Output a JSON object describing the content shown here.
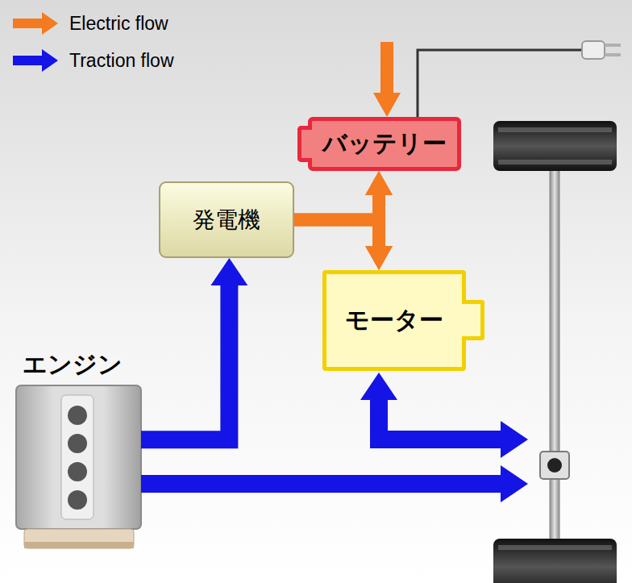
{
  "diagram": {
    "nodes": [
      {
        "text": [
          "バッテリー"
        ]
      },
      {
        "text": [
          "発電機"
        ]
      },
      {
        "text": [
          "モーター"
        ]
      },
      {
        "text": [
          "エンジン"
        ]
      }
    ],
    "edges": [
      {
        "from": 3,
        "to": 1,
        "arrow": "to"
      },
      {
        "from": 1,
        "to": 0,
        "arrow": "to"
      },
      {
        "from": 1,
        "to": 2,
        "arrow": "to"
      },
      {
        "from": 0,
        "to": 2,
        "arrow": "both"
      }
    ],
    "legend": [
      {
        "text": "Electric flow",
        "color": "#f47b20"
      },
      {
        "text": "Traction flow",
        "color": "#1414e6"
      }
    ]
  }
}
